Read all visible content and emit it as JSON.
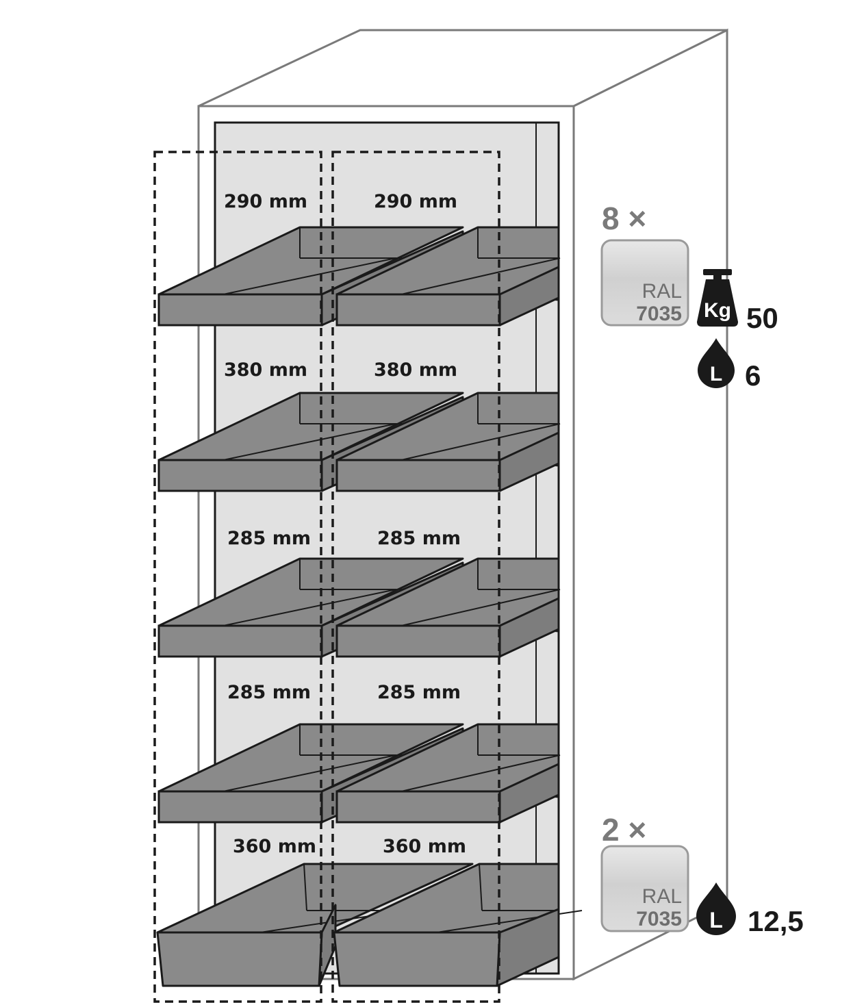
{
  "compartments": {
    "left": [
      "290 mm",
      "380 mm",
      "285 mm",
      "285 mm",
      "360 mm"
    ],
    "right": [
      "290 mm",
      "380 mm",
      "285 mm",
      "285 mm",
      "360 mm"
    ]
  },
  "shelves": {
    "count_label": "8 ×",
    "color_word": "RAL",
    "color_code": "7035",
    "load_unit": "Kg",
    "load_value": "50",
    "volume_unit": "L",
    "volume_value": "6"
  },
  "bottom_trays": {
    "count_label": "2 ×",
    "color_word": "RAL",
    "color_code": "7035",
    "volume_unit": "L",
    "volume_value": "12,5"
  },
  "colors": {
    "tray": "#8a8a8a",
    "tray_outline": "#1a1a1a",
    "interior": "#e1e1e1",
    "cabinet_outline": "#7a7a7a",
    "swatch": "#d3d3d3"
  },
  "icons": [
    "weight-icon",
    "drop-icon"
  ]
}
